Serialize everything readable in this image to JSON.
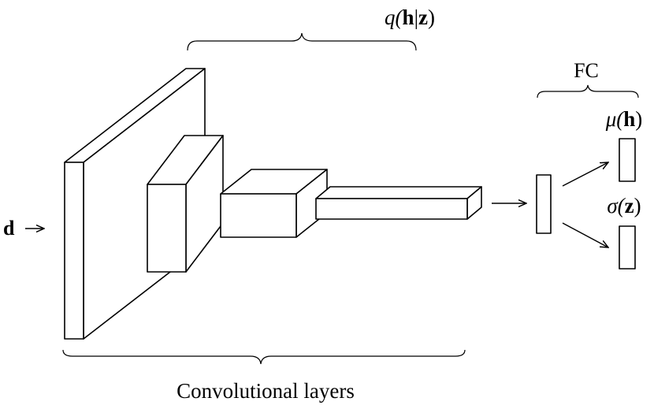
{
  "labels": {
    "top_brace_open": "q(",
    "top_brace_h": "h",
    "top_brace_mid": "|",
    "top_brace_z": "z",
    "top_brace_close": ")",
    "fc": "FC",
    "mu_open": "μ(",
    "mu_h": "h",
    "mu_close": ")",
    "sigma_open": "σ(",
    "sigma_z": "z",
    "sigma_close": ")",
    "input_d": "d",
    "conv_layers": "Convolutional layers"
  },
  "colors": {
    "stroke": "#000000",
    "fill": "#ffffff"
  }
}
